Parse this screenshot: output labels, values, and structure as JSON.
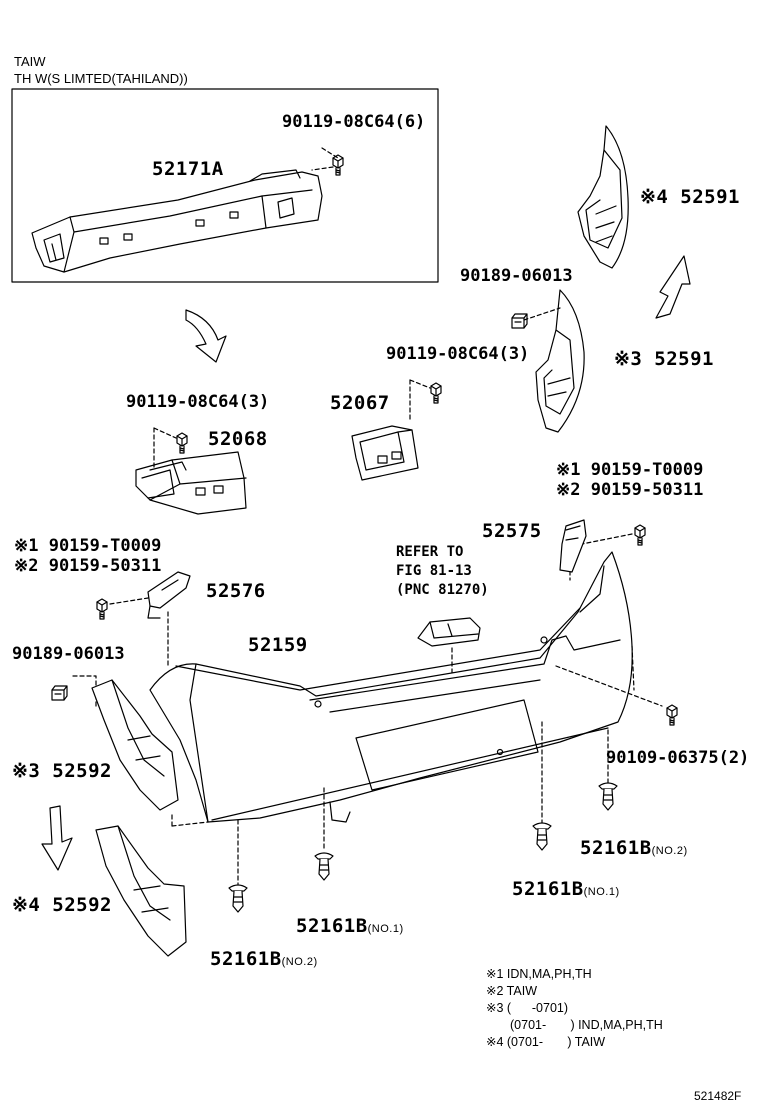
{
  "header": {
    "line1": "TAIW",
    "line2": "TH W(S LIMTED(TAHILAND))"
  },
  "parts": {
    "bolt_top": "90119-08C64(6)",
    "reinforcement": "52171A",
    "retainer_r_a": "※4 52591",
    "clip_r": "90189-06013",
    "bolt_right": "90119-08C64(3)",
    "retainer_r_b": "※3 52591",
    "bolt_left": "90119-08C64(3)",
    "support_r": "52067",
    "support_l": "52068",
    "screw_r_1": "※1 90159-T0009",
    "screw_r_2": "※2 90159-50311",
    "side_r": "52575",
    "refer_1": "REFER TO",
    "refer_2": "FIG 81-13",
    "refer_3": "(PNC 81270)",
    "screw_l_1": "※1 90159-T0009",
    "screw_l_2": "※2 90159-50311",
    "side_l": "52576",
    "clip_l": "90189-06013",
    "bumper_cover": "52159",
    "retainer_l_a": "※3 52592",
    "bolt_bottom": "90109-06375(2)",
    "retainer_l_b": "※4 52592",
    "clip_a_num": "52161B",
    "clip_a_sub": "(NO.2)",
    "clip_b_num": "52161B",
    "clip_b_sub": "(NO.1)",
    "clip_c_num": "52161B",
    "clip_c_sub": "(NO.1)",
    "clip_d_num": "52161B",
    "clip_d_sub": "(NO.2)"
  },
  "legend": [
    "※1 IDN,MA,PH,TH",
    "※2 TAIW",
    "※3 (      -0701)",
    "(0701-       ) IND,MA,PH,TH",
    "※4 (0701-       ) TAIW"
  ],
  "diagram_id": "521482F",
  "icons": [
    "bolt-icon",
    "clip-icon",
    "push-rivet-icon",
    "direction-arrow-icon"
  ]
}
